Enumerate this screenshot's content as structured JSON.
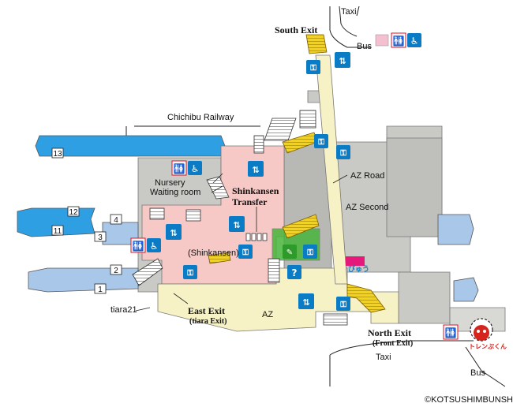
{
  "map": {
    "exits": {
      "south": "South Exit",
      "east": "East Exit",
      "east_sub": "(tiara Exit)",
      "north": "North Exit",
      "north_sub": "(Front Exit)"
    },
    "transport": {
      "taxi_top": "Taxi",
      "bus_top": "Bus",
      "taxi_bottom": "Taxi",
      "bus_bottom": "Bus"
    },
    "areas": {
      "chichibu": "Chichibu Railway",
      "nursery": "Nursery",
      "waiting_room": "Waiting room",
      "shinkansen_transfer_1": "Shinkansen",
      "shinkansen_transfer_2": "Transfer",
      "shinkansen_gate": "(Shinkansen)",
      "az_road": "AZ Road",
      "az_second": "AZ Second",
      "tiara21": "tiara21",
      "az": "AZ",
      "biyuu": "びゅう",
      "mascot": "トレンぷくん"
    },
    "platforms": [
      "13",
      "12",
      "11",
      "4",
      "3",
      "2",
      "1"
    ],
    "copyright": "©KOTSUSHIMBUNSHA",
    "colors": {
      "platform_blue": "#2f9fe3",
      "platform_light": "#a9c7e8",
      "concourse_pink": "#f6c9c6",
      "concourse_yellow": "#f7f2c6",
      "building_gray": "#c9cac6",
      "stairs_yellow": "#f1d21e",
      "icon_blue": "#0a7cc5",
      "gate_green": "#48b43a",
      "biyuu_pink": "#e5197a"
    }
  }
}
